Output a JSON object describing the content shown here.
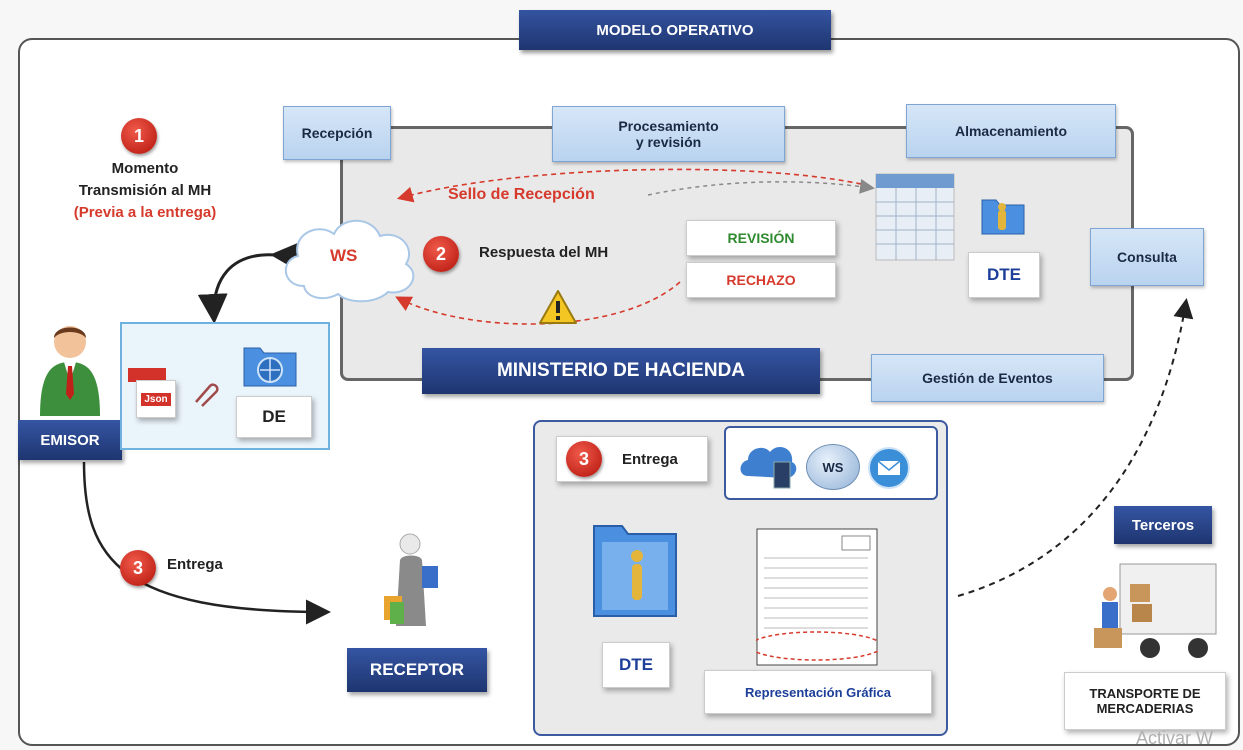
{
  "title": "MODELO OPERATIVO",
  "phases": {
    "recepcion": "Recepción",
    "procesamiento_l1": "Procesamiento",
    "procesamiento_l2": "y revisión",
    "almacenamiento": "Almacenamiento",
    "consulta": "Consulta",
    "gestion": "Gestión de Eventos"
  },
  "ministerio": "MINISTERIO DE HACIENDA",
  "step1": {
    "number": "1",
    "line1": "Momento",
    "line2": "Transmisión al MH",
    "line3": "(Previa a la entrega)"
  },
  "ws_label": "WS",
  "sello": "Sello de Recepción",
  "step2": {
    "number": "2",
    "label": "Respuesta del MH"
  },
  "revision": "REVISIÓN",
  "rechazo": "RECHAZO",
  "dte": "DTE",
  "emisor": "EMISOR",
  "de_label": "DE",
  "json_label": "Json",
  "step3_left": {
    "number": "3",
    "label": "Entrega"
  },
  "receptor": "RECEPTOR",
  "step3_panel": {
    "number": "3",
    "label": "Entrega"
  },
  "ws_small": "WS",
  "dte_panel": "DTE",
  "representacion": "Representación Gráfica",
  "terceros": "Terceros",
  "transporte_l1": "TRANSPORTE DE",
  "transporte_l2": "MERCADERIAS",
  "watermark": "Activar W",
  "colors": {
    "navy": "#1e3570",
    "red": "#d63a2c",
    "green": "#2f8a2f",
    "phase": "#c8dcf2"
  }
}
